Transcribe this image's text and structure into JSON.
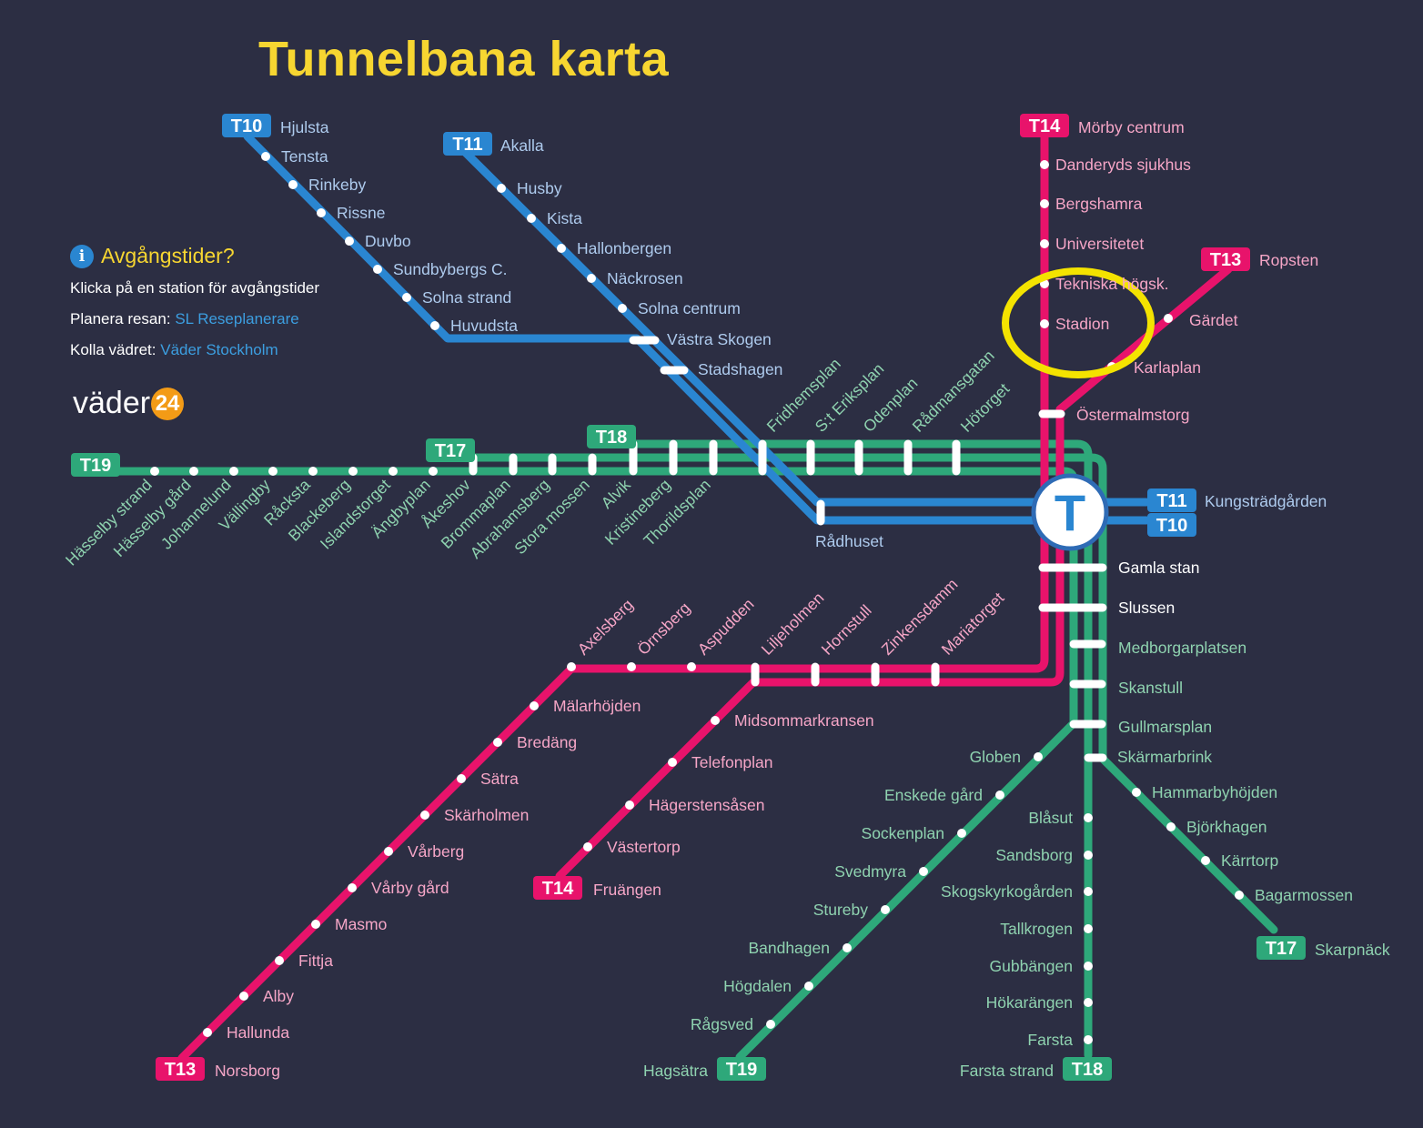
{
  "title": "Tunnelbana karta",
  "info": {
    "heading": "Avgångstider?",
    "line1": "Klicka på en station för avgångstider",
    "plan_label": "Planera resan:",
    "plan_link": "SL Reseplanerare",
    "weather_label": "Kolla vädret:",
    "weather_link": "Väder Stockholm"
  },
  "logo": {
    "text": "väder",
    "number": "24"
  },
  "central_symbol": "T",
  "colors": {
    "background": "#2c2e43",
    "blue_line": "#2a86d1",
    "red_line": "#e8136b",
    "green_line": "#2ea87a",
    "title": "#f7d631",
    "highlight_circle": "#f4e300"
  },
  "badges": [
    {
      "line": "T10",
      "terminal": "Hjulsta"
    },
    {
      "line": "T11",
      "terminal": "Akalla"
    },
    {
      "line": "T14",
      "terminal": "Mörby centrum"
    },
    {
      "line": "T13",
      "terminal": "Ropsten"
    },
    {
      "line": "T11",
      "terminal": "Kungsträdgården"
    },
    {
      "line": "T10",
      "terminal": ""
    },
    {
      "line": "T19",
      "terminal": ""
    },
    {
      "line": "T17",
      "terminal": ""
    },
    {
      "line": "T18",
      "terminal": ""
    },
    {
      "line": "T17",
      "terminal": "Skarpnäck"
    },
    {
      "line": "T18",
      "terminal": "Farsta strand"
    },
    {
      "line": "T19",
      "terminal": "Hagsätra"
    },
    {
      "line": "T14",
      "terminal": "Fruängen"
    },
    {
      "line": "T13",
      "terminal": "Norsborg"
    }
  ],
  "stations": {
    "t10_west": [
      "Tensta",
      "Rinkeby",
      "Rissne",
      "Duvbo",
      "Sundbybergs C.",
      "Solna strand",
      "Huvudsta"
    ],
    "t11_north": [
      "Husby",
      "Kista",
      "Hallonbergen",
      "Näckrosen",
      "Solna centrum"
    ],
    "blue_shared": [
      "Västra Skogen",
      "Stadshagen",
      "Rådhuset"
    ],
    "t14_north": [
      "Danderyds sjukhus",
      "Bergshamra",
      "Universitetet",
      "Tekniska högsk.",
      "Stadion"
    ],
    "t13_east": [
      "Gärdet",
      "Karlaplan"
    ],
    "red_central": [
      "Östermalmstorg"
    ],
    "central": [
      "Gamla stan",
      "Slussen"
    ],
    "green_south_shared": [
      "Medborgarplatsen",
      "Skanstull",
      "Gullmarsplan"
    ],
    "green_west": [
      "Hässelby strand",
      "Hässelby gård",
      "Johannelund",
      "Vällingby",
      "Råcksta",
      "Blackeberg",
      "Islandstorget",
      "Ängbyplan",
      "Åkeshov",
      "Brommaplan",
      "Abrahamsberg",
      "Stora mossen",
      "Alvik",
      "Kristineberg",
      "Thorildsplan"
    ],
    "green_city": [
      "Fridhemsplan",
      "S:t Eriksplan",
      "Odenplan",
      "Rådmansgatan",
      "Hötorget"
    ],
    "red_south_shared": [
      "Axelsberg",
      "Örnsberg",
      "Aspudden",
      "Liljeholmen",
      "Hornstull",
      "Zinkensdamm",
      "Mariatorget"
    ],
    "t13_south": [
      "Mälarhöjden",
      "Bredäng",
      "Sätra",
      "Skärholmen",
      "Vårberg",
      "Vårby gård",
      "Masmo",
      "Fittja",
      "Alby",
      "Hallunda"
    ],
    "t14_south": [
      "Midsommarkransen",
      "Telefonplan",
      "Hägerstensåsen",
      "Västertorp"
    ],
    "t19_south": [
      "Globen",
      "Enskede gård",
      "Sockenplan",
      "Svedmyra",
      "Stureby",
      "Bandhagen",
      "Högdalen",
      "Rågsved"
    ],
    "t18_south": [
      "Blåsut",
      "Sandsborg",
      "Skogskyrkogården",
      "Tallkrogen",
      "Gubbängen",
      "Hökarängen",
      "Farsta"
    ],
    "t17_south": [
      "Skärmarbrink",
      "Hammarbyhöjden",
      "Björkhagen",
      "Kärrtorp",
      "Bagarmossen"
    ]
  }
}
